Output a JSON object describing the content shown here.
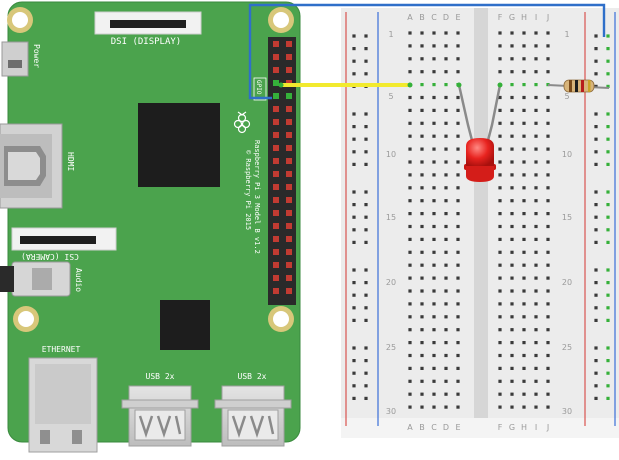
{
  "colors": {
    "pcb": "#4ba34d",
    "pcb_edge": "#3a8a3e",
    "breadboard": "#eeeeee",
    "rail_red": "#d9534f",
    "rail_blue": "#3a6fd8",
    "wire_yellow": "#f2ea2e",
    "wire_blue": "#2f6fc9",
    "led_red": "#e8231f",
    "hole": "#3a3a3a",
    "hole_active": "#35b03a"
  },
  "pi": {
    "labels": {
      "power": "Power",
      "dsi": "DSI (DISPLAY)",
      "hdmi": "HDMI",
      "csi": "CSI (CAMERA)",
      "audio": "Audio",
      "ethernet": "ETHERNET",
      "usb1": "USB 2x",
      "usb2": "USB 2x",
      "model_line1": "Raspberry Pi 3 Model B v1.2",
      "model_line2": "© Raspberry Pi 2015",
      "gpio": "GPIO"
    },
    "icons": {
      "logo": "raspberry-logo-icon"
    }
  },
  "breadboard": {
    "column_letters_left": [
      "A",
      "B",
      "C",
      "D",
      "E"
    ],
    "column_letters_right": [
      "F",
      "G",
      "H",
      "I",
      "J"
    ],
    "row_numbers": [
      "1",
      "5",
      "10",
      "15",
      "20",
      "25",
      "30"
    ]
  }
}
